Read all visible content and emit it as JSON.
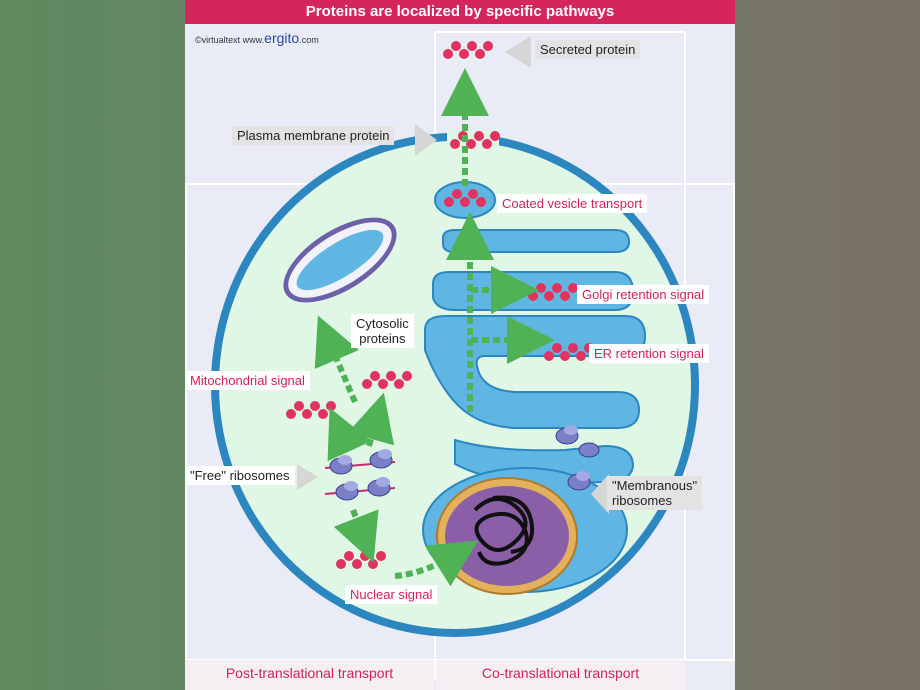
{
  "title": "Proteins are localized by specific pathways",
  "credit": {
    "prefix": "©virtualtext www.",
    "brand": "ergito",
    "suffix": ".com"
  },
  "labels": {
    "secreted_protein": "Secreted protein",
    "plasma_membrane_protein": "Plasma membrane protein",
    "coated_vesicle_transport": "Coated vesicle transport",
    "golgi_retention_signal": "Golgi retention signal",
    "er_retention_signal": "ER retention signal",
    "cytosolic_proteins_line1": "Cytosolic",
    "cytosolic_proteins_line2": "proteins",
    "mitochondrial_signal": "Mitochondrial signal",
    "free_ribosomes": "\"Free\" ribosomes",
    "membranous_ribosomes_line1": "\"Membranous\"",
    "membranous_ribosomes_line2": "ribosomes",
    "nuclear_signal": "Nuclear signal"
  },
  "footer": {
    "left": "Post-translational transport",
    "right": "Co-translational transport"
  },
  "colors": {
    "title_bar": "#d4265a",
    "label_red": "#d12356",
    "cytoplasm": "#dff7e4",
    "membrane": "#2c86bf",
    "organelle": "#5fb6e3",
    "protein_bead": "#e0335f",
    "arrow": "#4fb255",
    "nucleus": "#8a5fa8"
  }
}
